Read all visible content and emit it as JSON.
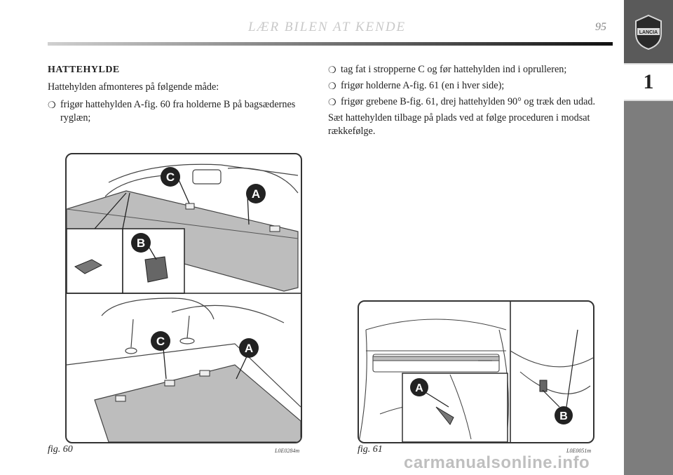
{
  "header": {
    "title": "LÆR BILEN AT KENDE",
    "page_number": "95"
  },
  "sidebar": {
    "chapter_number": "1",
    "logo_text": "LANCIA"
  },
  "section": {
    "title": "HATTEHYLDE",
    "intro": "Hattehylden afmonteres på følgende måde:",
    "bullets_left": [
      "frigør hattehylden A-fig. 60 fra holderne B på bag­sædernes ryglæn;"
    ],
    "bullets_right": [
      "tag fat i stropperne C og før hattehylden ind i oprul­leren;",
      "frigør holderne A-fig. 61 (en i hver side);",
      "frigør grebene B-fig. 61, drej hattehylden 90° og træk den udad."
    ],
    "closing": "Sæt hattehylden tilbage på plads ved at følge procedu­ren i modsat rækkefølge.",
    "bullet_symbol": "❍"
  },
  "figures": {
    "fig60": {
      "caption": "fig. 60",
      "code": "L0E0284m",
      "labels": {
        "a": "A",
        "b": "B",
        "c": "C"
      }
    },
    "fig61": {
      "caption": "fig. 61",
      "code": "L0E0051m",
      "labels": {
        "a": "A",
        "b": "B"
      }
    }
  },
  "watermark": "carmanualsonline.info"
}
